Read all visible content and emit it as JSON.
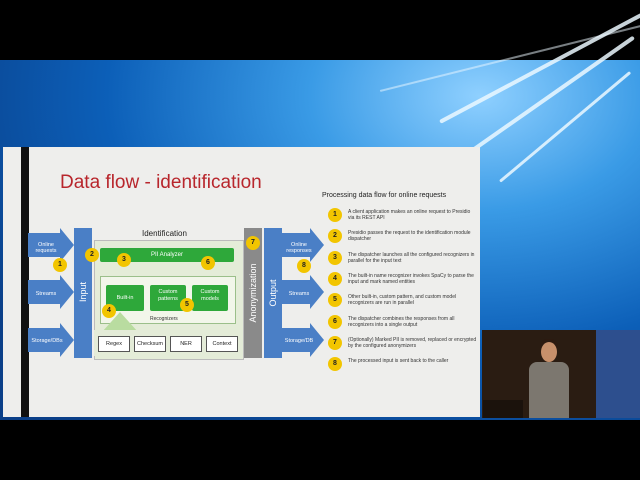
{
  "slide": {
    "title": "Data flow - identification",
    "diagram": {
      "identification_title": "Identification",
      "input_label": "Input",
      "output_label": "Output",
      "anonymization_label": "Anonymization",
      "pii_analyzer_label": "PII Analyzer",
      "recognizers_label": "Recognizers",
      "builtin_label": "Built-in",
      "custom_patterns_label": "Custom patterns",
      "custom_models_label": "Custom models",
      "recognizer_types": [
        "Regex",
        "Checksum",
        "NER",
        "Context"
      ],
      "input_sources": [
        "Online requests",
        "Streams",
        "Storage/DBs"
      ],
      "output_targets": [
        "Online responses",
        "Streams",
        "Storage/DB"
      ],
      "badges": [
        "1",
        "2",
        "3",
        "4",
        "5",
        "6",
        "7",
        "8"
      ]
    },
    "steps_title": "Processing data flow for online requests",
    "steps": [
      {
        "num": "1",
        "text": "A client application makes an online request to Presidio via its REST API"
      },
      {
        "num": "2",
        "text": "Presidio passes the request to the identification module dispatcher"
      },
      {
        "num": "3",
        "text": "The dispatcher launches all the configured recognizers in parallel for the input text"
      },
      {
        "num": "4",
        "text": "The built-in name recognizer invokes SpaCy to parse the input and mark named entities"
      },
      {
        "num": "5",
        "text": "Other built-in, custom pattern, and custom model recognizers are run in parallel"
      },
      {
        "num": "6",
        "text": "The dispatcher combines the responses from all recognizers into a single output"
      },
      {
        "num": "7",
        "text": "(Optionally) Marked PII is removed, replaced or encrypted by the configured anonymizers"
      },
      {
        "num": "8",
        "text": "The processed input is sent back to the caller"
      }
    ]
  },
  "colors": {
    "title_red": "#b8262c",
    "badge_yellow": "#f2c500",
    "bar_blue": "#4a7fc6",
    "green": "#2ea83a",
    "gray": "#8a8a8a"
  }
}
